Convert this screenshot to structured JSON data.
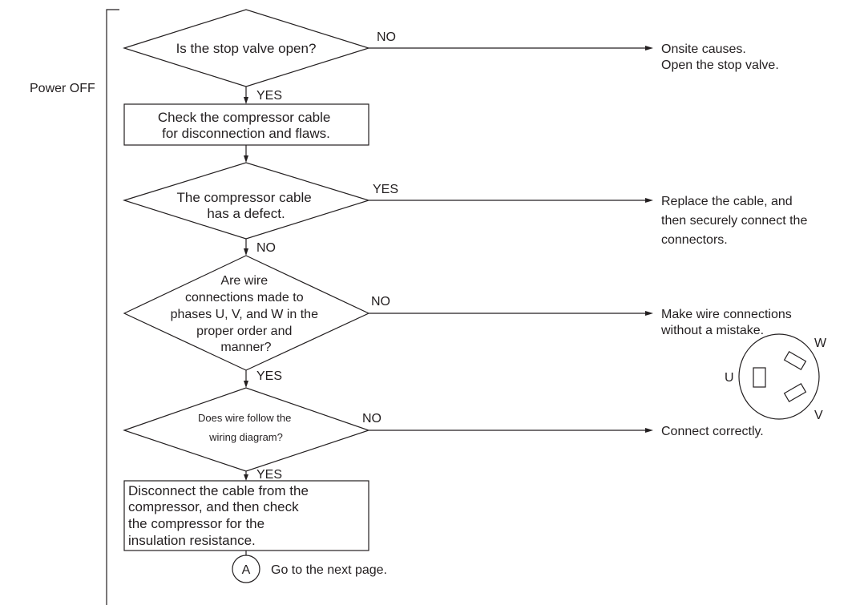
{
  "side_label": "Power OFF",
  "nodes": {
    "q1": {
      "text": "Is the stop valve open?"
    },
    "p1": {
      "lines": [
        "Check the compressor cable",
        "for disconnection and flaws."
      ]
    },
    "q2": {
      "lines": [
        "The compressor cable",
        "has a defect."
      ]
    },
    "q3": {
      "lines": [
        "Are wire",
        "connections made to",
        "phases U, V, and W in the",
        "proper order and",
        "manner?"
      ]
    },
    "q4": {
      "lines": [
        "Does wire follow the",
        "wiring diagram?"
      ]
    },
    "p2": {
      "lines": [
        "Disconnect the cable from the",
        "compressor, and then check",
        "the compressor for the",
        "insulation resistance."
      ]
    },
    "connector": {
      "label": "A",
      "text": "Go to the next page."
    }
  },
  "branches": {
    "q1": {
      "side": "NO",
      "down": "YES"
    },
    "q2": {
      "side": "YES",
      "down": "NO"
    },
    "q3": {
      "side": "NO",
      "down": "YES"
    },
    "q4": {
      "side": "NO",
      "down": "YES"
    }
  },
  "results": {
    "r1": {
      "lines": [
        "Onsite causes.",
        "Open the stop valve."
      ]
    },
    "r2": {
      "lines": [
        "Replace the cable, and",
        "then securely connect the",
        "connectors."
      ]
    },
    "r3": {
      "lines": [
        "Make wire connections",
        "without a mistake."
      ]
    },
    "r4": {
      "text": "Connect correctly."
    }
  },
  "phase_labels": {
    "u": "U",
    "v": "V",
    "w": "W"
  }
}
